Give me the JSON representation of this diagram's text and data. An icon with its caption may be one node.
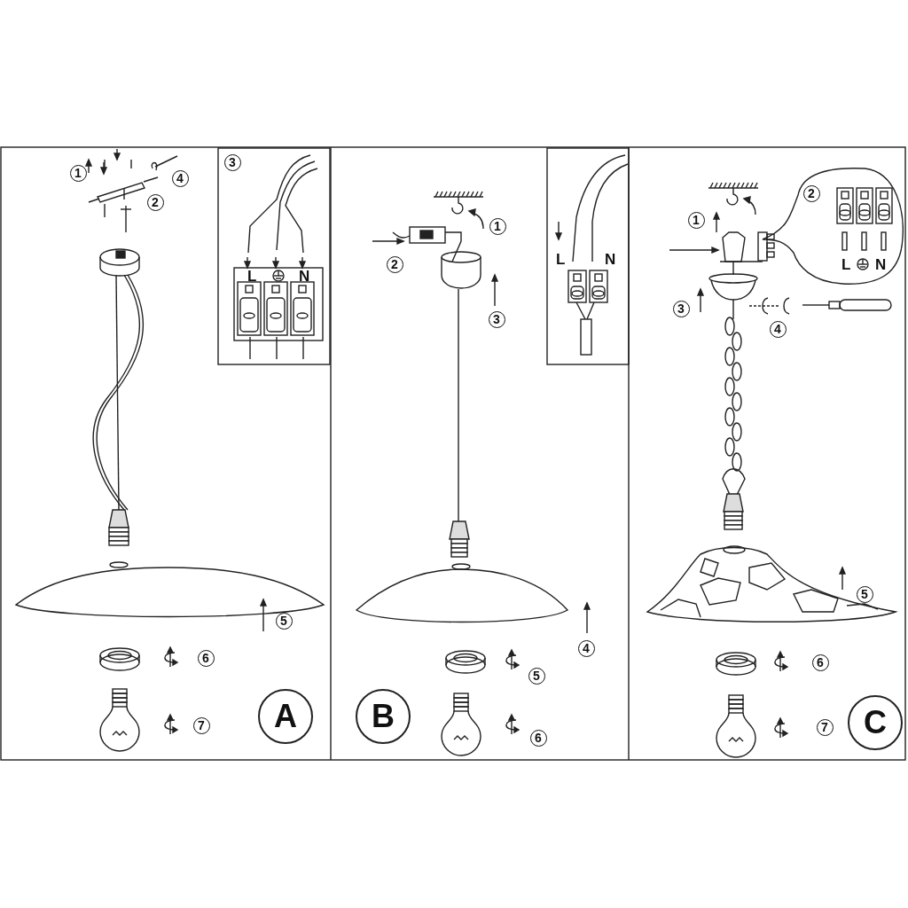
{
  "diagram": {
    "labels": [
      "1",
      "4",
      "2",
      "3",
      "L",
      "N",
      "5",
      "6",
      "7",
      "A",
      "1",
      "2",
      "L",
      "N",
      "3",
      "4",
      "5",
      "B",
      "6",
      "2",
      "1",
      "L",
      "N",
      "3",
      "4",
      "5",
      "6",
      "7",
      "C"
    ]
  }
}
